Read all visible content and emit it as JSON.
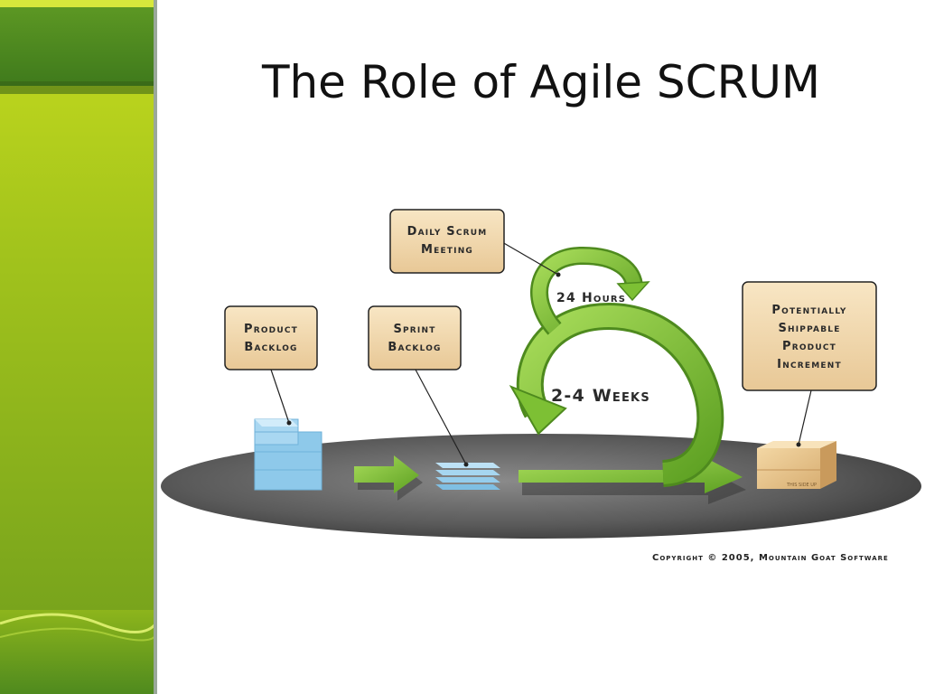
{
  "slide": {
    "title": "The Role of Agile SCRUM",
    "copyright": "Copyright © 2005, Mountain Goat Software"
  },
  "diagram": {
    "daily_scrum": [
      "Daily Scrum",
      "Meeting"
    ],
    "product_backlog": [
      "Product",
      "Backlog"
    ],
    "sprint_backlog": [
      "Sprint",
      "Backlog"
    ],
    "increment": [
      "Potentially",
      "Shippable",
      "Product",
      "Increment"
    ],
    "daily_cycle": "24 Hours",
    "sprint_cycle": "2-4 Weeks",
    "box_stamp": "THIS SIDE UP"
  },
  "colors": {
    "sidebar_green": "#8db51c",
    "sidebar_dark": "#4e8a1e",
    "arrow_green": "#7dc034",
    "label_fill": "#f2d9b0",
    "backlog_blue": "#8ec9ea"
  }
}
